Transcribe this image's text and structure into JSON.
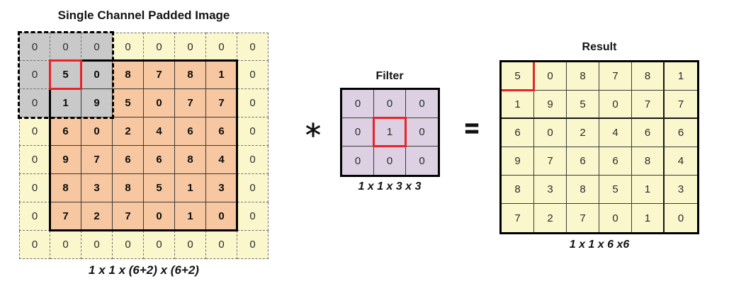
{
  "diagram": {
    "padded_image": {
      "title": "Single Channel Padded Image",
      "caption": "1 x 1 x (6+2) x (6+2)",
      "grid": {
        "values": [
          [
            "0",
            "0",
            "0",
            "0",
            "0",
            "0",
            "0",
            "0"
          ],
          [
            "0",
            "5",
            "0",
            "8",
            "7",
            "8",
            "1",
            "0"
          ],
          [
            "0",
            "1",
            "9",
            "5",
            "0",
            "7",
            "7",
            "0"
          ],
          [
            "0",
            "6",
            "0",
            "2",
            "4",
            "6",
            "6",
            "0"
          ],
          [
            "0",
            "9",
            "7",
            "6",
            "6",
            "8",
            "4",
            "0"
          ],
          [
            "0",
            "8",
            "3",
            "8",
            "5",
            "1",
            "3",
            "0"
          ],
          [
            "0",
            "7",
            "2",
            "7",
            "0",
            "1",
            "0",
            "0"
          ],
          [
            "0",
            "0",
            "0",
            "0",
            "0",
            "0",
            "0",
            "0"
          ]
        ],
        "types": [
          "gggppppp",
          "gGGiiiip",
          "gGGiiiip",
          "piiiiiip",
          "piiiiiip",
          "piiiiiip",
          "piiiiiip",
          "pppppppp"
        ],
        "red_highlight_cell": {
          "row": 1,
          "col": 1,
          "value": "5"
        },
        "sliding_window": "rows 0-2 x cols 0-2 (gray, dashed border)"
      }
    },
    "convolve_op": "*",
    "filter": {
      "title": "Filter",
      "caption": "1 x 1 x 3 x 3",
      "grid": {
        "values": [
          [
            "0",
            "0",
            "0"
          ],
          [
            "0",
            "1",
            "0"
          ],
          [
            "0",
            "0",
            "0"
          ]
        ],
        "types": [
          "fff",
          "fff",
          "fff"
        ],
        "red_highlight_cell": {
          "row": 1,
          "col": 1,
          "value": "1"
        }
      }
    },
    "equals_op": "=",
    "result": {
      "title": "Result",
      "caption": "1 x 1 x 6 x6",
      "grid": {
        "values": [
          [
            "5",
            "0",
            "8",
            "7",
            "8",
            "1"
          ],
          [
            "1",
            "9",
            "5",
            "0",
            "7",
            "7"
          ],
          [
            "6",
            "0",
            "2",
            "4",
            "6",
            "6"
          ],
          [
            "9",
            "7",
            "6",
            "6",
            "8",
            "4"
          ],
          [
            "8",
            "3",
            "8",
            "5",
            "1",
            "3"
          ],
          [
            "7",
            "2",
            "7",
            "0",
            "1",
            "0"
          ]
        ],
        "types": [
          "rrrrrr",
          "rrrrrr",
          "rrrrrr",
          "rrrrrr",
          "rrrrrr",
          "rrrrrr"
        ],
        "red_highlight_cell": {
          "row": 0,
          "col": 0,
          "value": "5"
        }
      }
    },
    "colors": {
      "padding_fill": "#FBF7CC",
      "image_fill": "#F6C7A0",
      "window_fill": "#C9C9C9",
      "filter_fill": "#DCD0E2",
      "result_fill": "#FBF7CC",
      "highlight_red": "#E8232A",
      "border_black": "#000000"
    }
  }
}
